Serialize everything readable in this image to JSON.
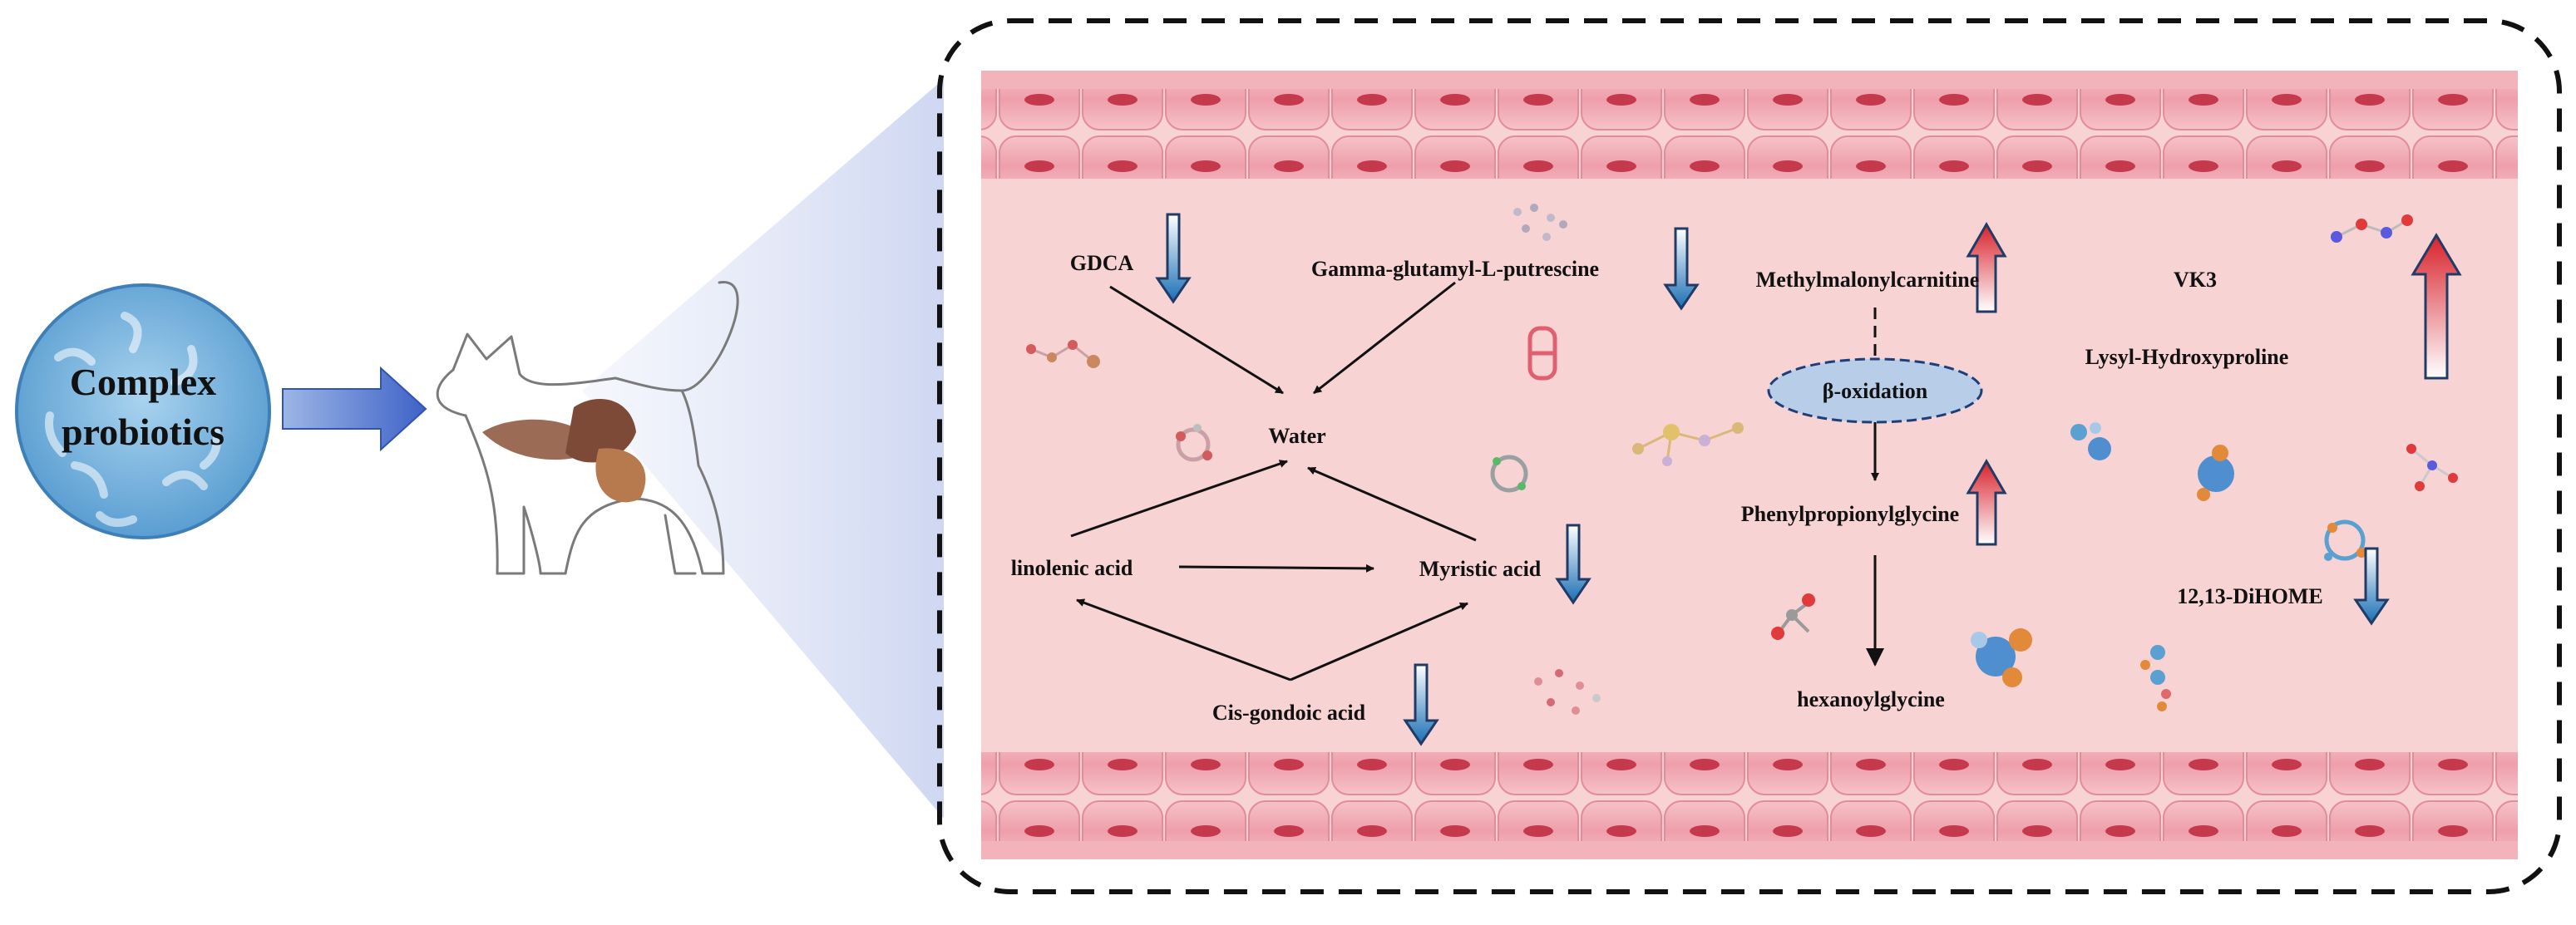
{
  "probiotics": {
    "line1": "Complex",
    "line2": "probiotics"
  },
  "nodes": {
    "gdca": "GDCA",
    "gamma": "Gamma-glutamyl-L-putrescine",
    "water": "Water",
    "linolenic": "linolenic acid",
    "myristic": "Myristic acid",
    "cisgondoic": "Cis-gondoic acid",
    "methylmalonyl": "Methylmalonylcarnitine",
    "beta": "β-oxidation",
    "phenylpropionyl": "Phenylpropionylglycine",
    "hexanoyl": "hexanoylglycine",
    "vk3": "VK3",
    "lysyl": "Lysyl-Hydroxyproline",
    "dihome": "12,13-DiHOME"
  },
  "colors": {
    "up_arrow": "#d8212a",
    "down_arrow": "#1a6fb5",
    "tissue": "#f7d3d4",
    "cell": "#f2a9b2",
    "nucleus": "#c43a4c",
    "probiotic_fill": "#7bb6de"
  },
  "icons": [
    "cat-icon",
    "probiotic-circle-icon",
    "molecule-icon"
  ]
}
